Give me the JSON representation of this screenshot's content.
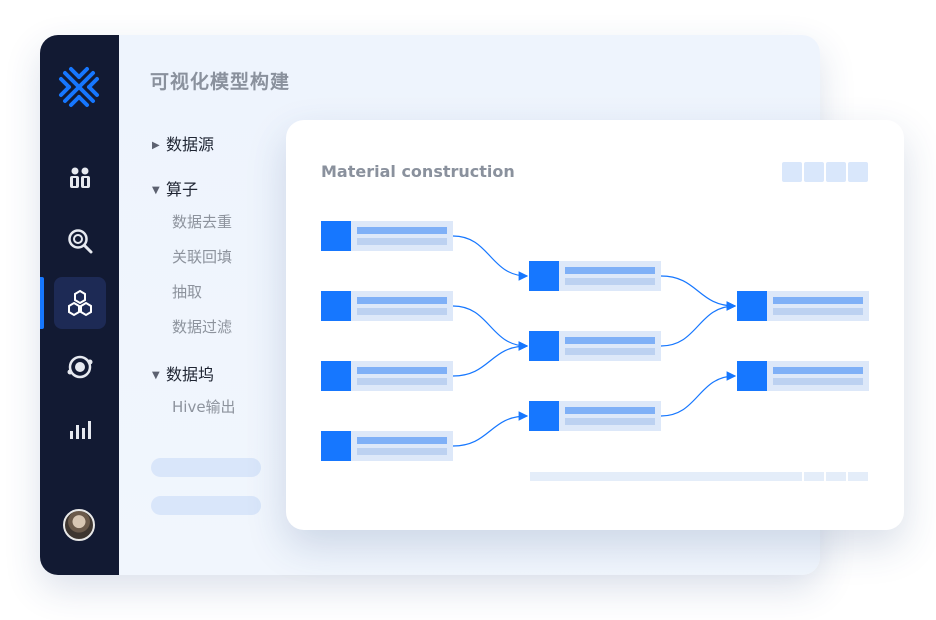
{
  "page": {
    "title": "可视化模型构建"
  },
  "tree": {
    "groups": [
      {
        "label": "数据源",
        "expanded": false
      },
      {
        "label": "算子",
        "expanded": true,
        "children": [
          "数据去重",
          "关联回填",
          "抽取",
          "数据过滤"
        ]
      },
      {
        "label": "数据坞",
        "expanded": true,
        "children": [
          "Hive输出"
        ]
      }
    ]
  },
  "sidebar": {
    "items": [
      "people-icon",
      "search-icon",
      "model-icon",
      "orbit-icon",
      "chart-icon"
    ],
    "active_index": 2
  },
  "card": {
    "title": "Material construction"
  },
  "flow": {
    "columns": 3,
    "column_node_counts": [
      4,
      3,
      2
    ],
    "edges": [
      [
        [
          0,
          0
        ],
        [
          1,
          0
        ]
      ],
      [
        [
          0,
          1
        ],
        [
          1,
          1
        ]
      ],
      [
        [
          0,
          2
        ],
        [
          1,
          1
        ]
      ],
      [
        [
          0,
          3
        ],
        [
          1,
          2
        ]
      ],
      [
        [
          1,
          0
        ],
        [
          2,
          0
        ]
      ],
      [
        [
          1,
          1
        ],
        [
          2,
          0
        ]
      ],
      [
        [
          1,
          2
        ],
        [
          2,
          1
        ]
      ]
    ]
  },
  "colors": {
    "accent": "#1677ff",
    "sidebar": "#121a33",
    "node_bar": "#7fb0f7",
    "node_bg": "#dde8f9"
  }
}
